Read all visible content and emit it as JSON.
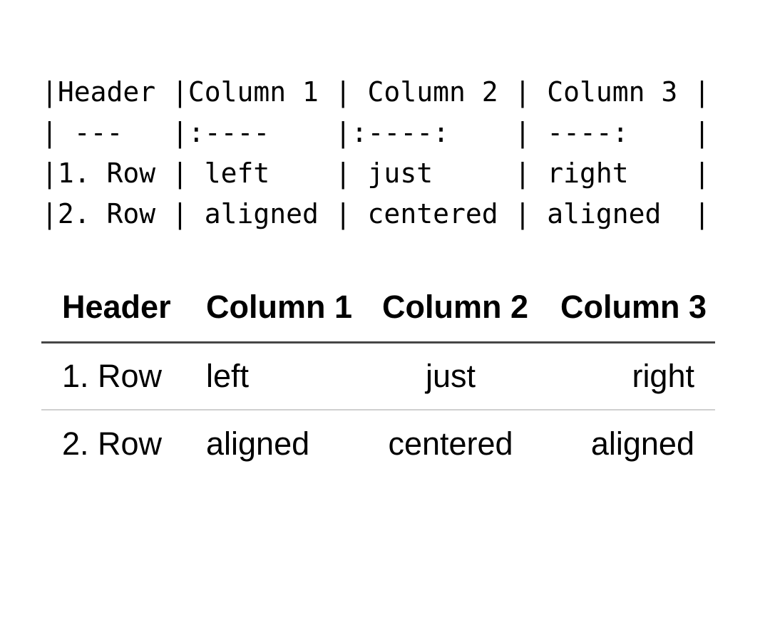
{
  "code_block": {
    "language": "markdown-table-syntax",
    "lines": [
      "|Header |Column 1 | Column 2 | Column 3 |",
      "| ---   |:----    |:----:    | ----:    |",
      "|1. Row | left    | just     | right    |",
      "|2. Row | aligned | centered | aligned  |"
    ]
  },
  "rendered_table": {
    "columns": [
      {
        "label": "Header",
        "align": "left"
      },
      {
        "label": "Column 1",
        "align": "left"
      },
      {
        "label": "Column 2",
        "align": "center"
      },
      {
        "label": "Column 3",
        "align": "right"
      }
    ],
    "rows": [
      {
        "cells": [
          "1. Row",
          "left",
          "just",
          "right"
        ]
      },
      {
        "cells": [
          "2. Row",
          "aligned",
          "centered",
          "aligned"
        ]
      }
    ]
  },
  "colors": {
    "background": "#ffffff",
    "text": "#000000",
    "header_divider": "#464646",
    "row_divider": "#d0d0d0"
  }
}
